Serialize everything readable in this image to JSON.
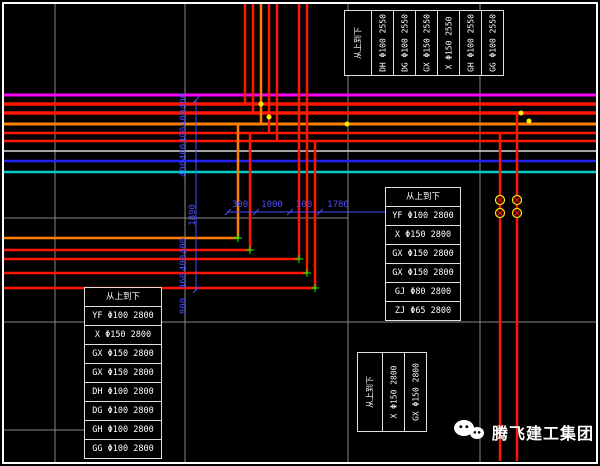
{
  "drawing": {
    "type": "CAD pipe layout plan",
    "background": "#000000"
  },
  "colors": {
    "pipe_red": "#ff1500",
    "pipe_orange": "#ff8000",
    "pipe_magenta": "#ff00ff",
    "pipe_blue": "#2222ff",
    "pipe_cyan": "#00cccc",
    "pipe_gray": "#d9d9d9",
    "grid": "#878787",
    "dimension": "#4d4dff",
    "valve_marker": "#ffef00",
    "corner_marker": "#00ff00",
    "table_border": "#e0e0e0",
    "text": "#ffffff"
  },
  "tables": {
    "top_right": {
      "header": "从上到下",
      "rows": [
        "DH Φ100 2550",
        "DG Φ100 2550",
        "GX Φ150 2550",
        "X Φ150 2550",
        "GH Φ100 2550",
        "GG Φ100 2550"
      ]
    },
    "mid_right": {
      "header": "从上到下",
      "rows": [
        "YF Φ100 2800",
        "X Φ150 2800",
        "GX Φ150 2800",
        "GX Φ150 2800",
        "GJ Φ80 2800",
        "ZJ Φ65 2800"
      ]
    },
    "bottom_left": {
      "header": "从上到下",
      "rows": [
        "YF Φ100 2800",
        "X Φ150 2800",
        "GX Φ150 2800",
        "GX Φ150 2800",
        "DH Φ100 2800",
        "DG Φ100 2800",
        "GH Φ100 2800",
        "GG Φ100 2800"
      ]
    },
    "bottom_mid": {
      "header": "从上到下",
      "rows": [
        "X Φ150 2800",
        "GX Φ150 2800"
      ]
    }
  },
  "dimensions": {
    "horizontal_run": [
      "300",
      "1000",
      "300",
      "1780"
    ],
    "vertical_spacing_top": [
      "400",
      "400",
      "400",
      "400",
      "400"
    ],
    "vertical_spacing_mid": [
      "400",
      "400",
      "460"
    ],
    "overall_vertical": "1890",
    "bottom_offset": "800"
  },
  "watermark": {
    "icon": "wechat-icon",
    "brand": "腾飞建工集团"
  }
}
